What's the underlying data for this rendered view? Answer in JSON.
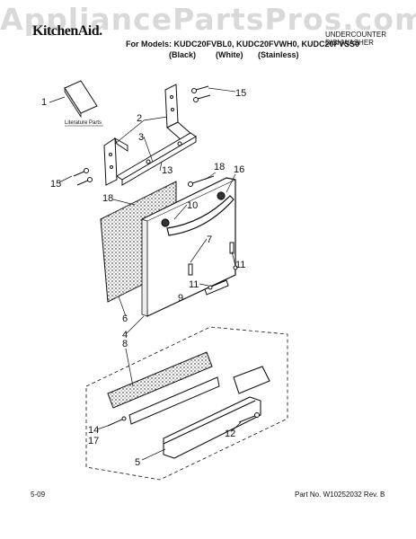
{
  "watermark": "AppliancePartsPros.com",
  "header": {
    "brand": "KitchenAid.",
    "models_line": "For Models: KUDC20FVBL0, KUDC20FVWH0, KUDC20FVSS0",
    "variants": [
      "(Black)",
      "(White)",
      "(Stainless)"
    ],
    "category_line1": "UNDERCOUNTER",
    "category_line2": "DISHWASHER"
  },
  "diagram": {
    "literature_label": "Literature Parts",
    "callouts": [
      "1",
      "2",
      "3",
      "13",
      "15",
      "15",
      "18",
      "16",
      "10",
      "18",
      "7",
      "11",
      "11",
      "9",
      "6",
      "4",
      "8",
      "14",
      "17",
      "12",
      "5"
    ]
  },
  "footer": {
    "date": "5-09",
    "part_number": "Part No. W10252032 Rev. B"
  }
}
